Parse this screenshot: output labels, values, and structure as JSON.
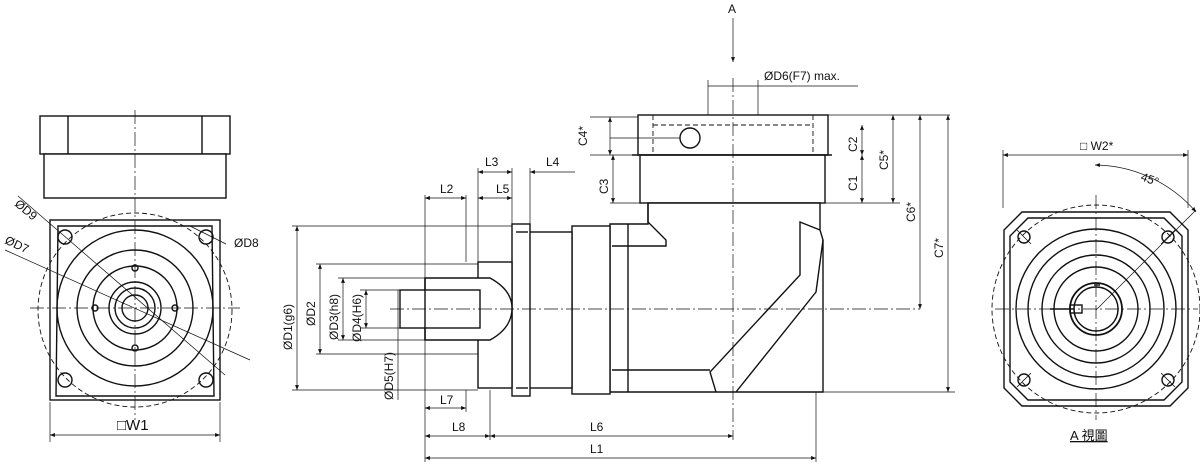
{
  "labels": {
    "view_arrow": "A",
    "d6": "ØD6(F7) max.",
    "c4": "C4*",
    "c3": "C3",
    "c2": "C2",
    "c1": "C1",
    "c5": "C5*",
    "c6": "C6*",
    "c7": "C7*",
    "l3": "L3",
    "l4": "L4",
    "l2": "L2",
    "l5": "L5",
    "d9": "ØD9",
    "d8": "ØD8",
    "d7": "ØD7",
    "d1": "ØD1(g6)",
    "d2": "ØD2",
    "d3": "ØD3(h8)",
    "d4": "ØD4(H6)",
    "d5": "ØD5(H7)",
    "l7": "L7",
    "l8": "L8",
    "l6": "L6",
    "l1": "L1",
    "w1": "□W1",
    "w2": "□ W2*",
    "angle": "45°",
    "view_caption": "A 視圖"
  }
}
